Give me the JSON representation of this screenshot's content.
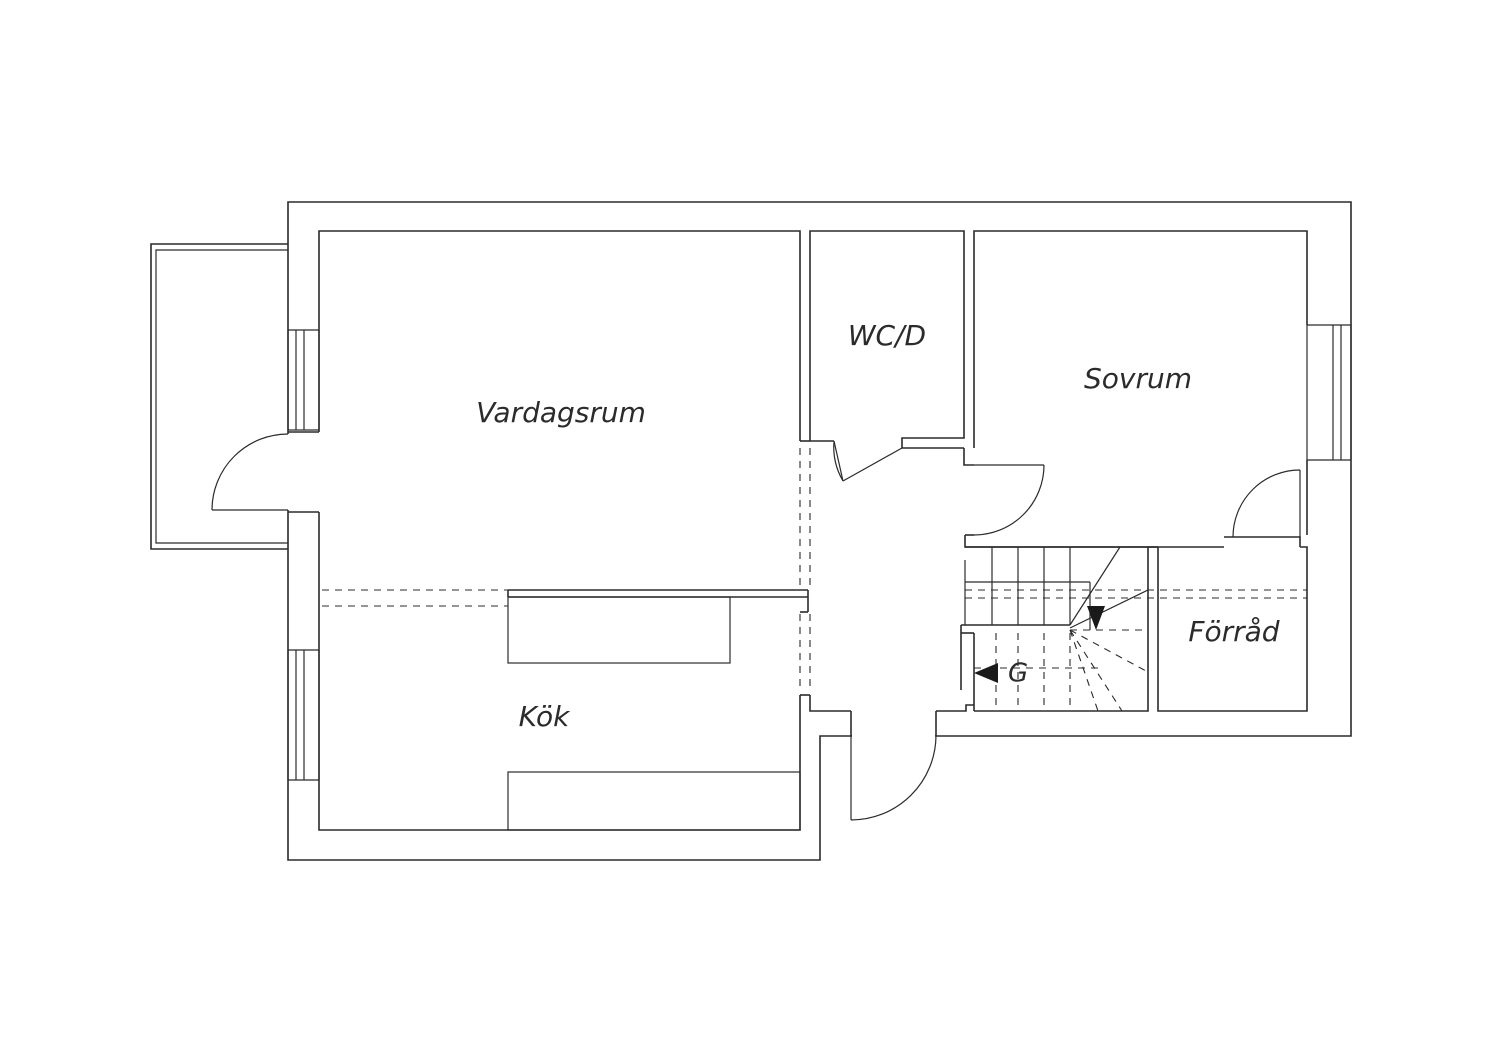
{
  "floorplan": {
    "rooms": {
      "vardagsrum": "Vardagsrum",
      "wc": "WC/D",
      "sovrum": "Sovrum",
      "kok": "Kök",
      "forrad": "Förråd"
    },
    "stair_label": "G"
  },
  "colors": {
    "line": "#2b2b2b",
    "background": "#ffffff"
  }
}
